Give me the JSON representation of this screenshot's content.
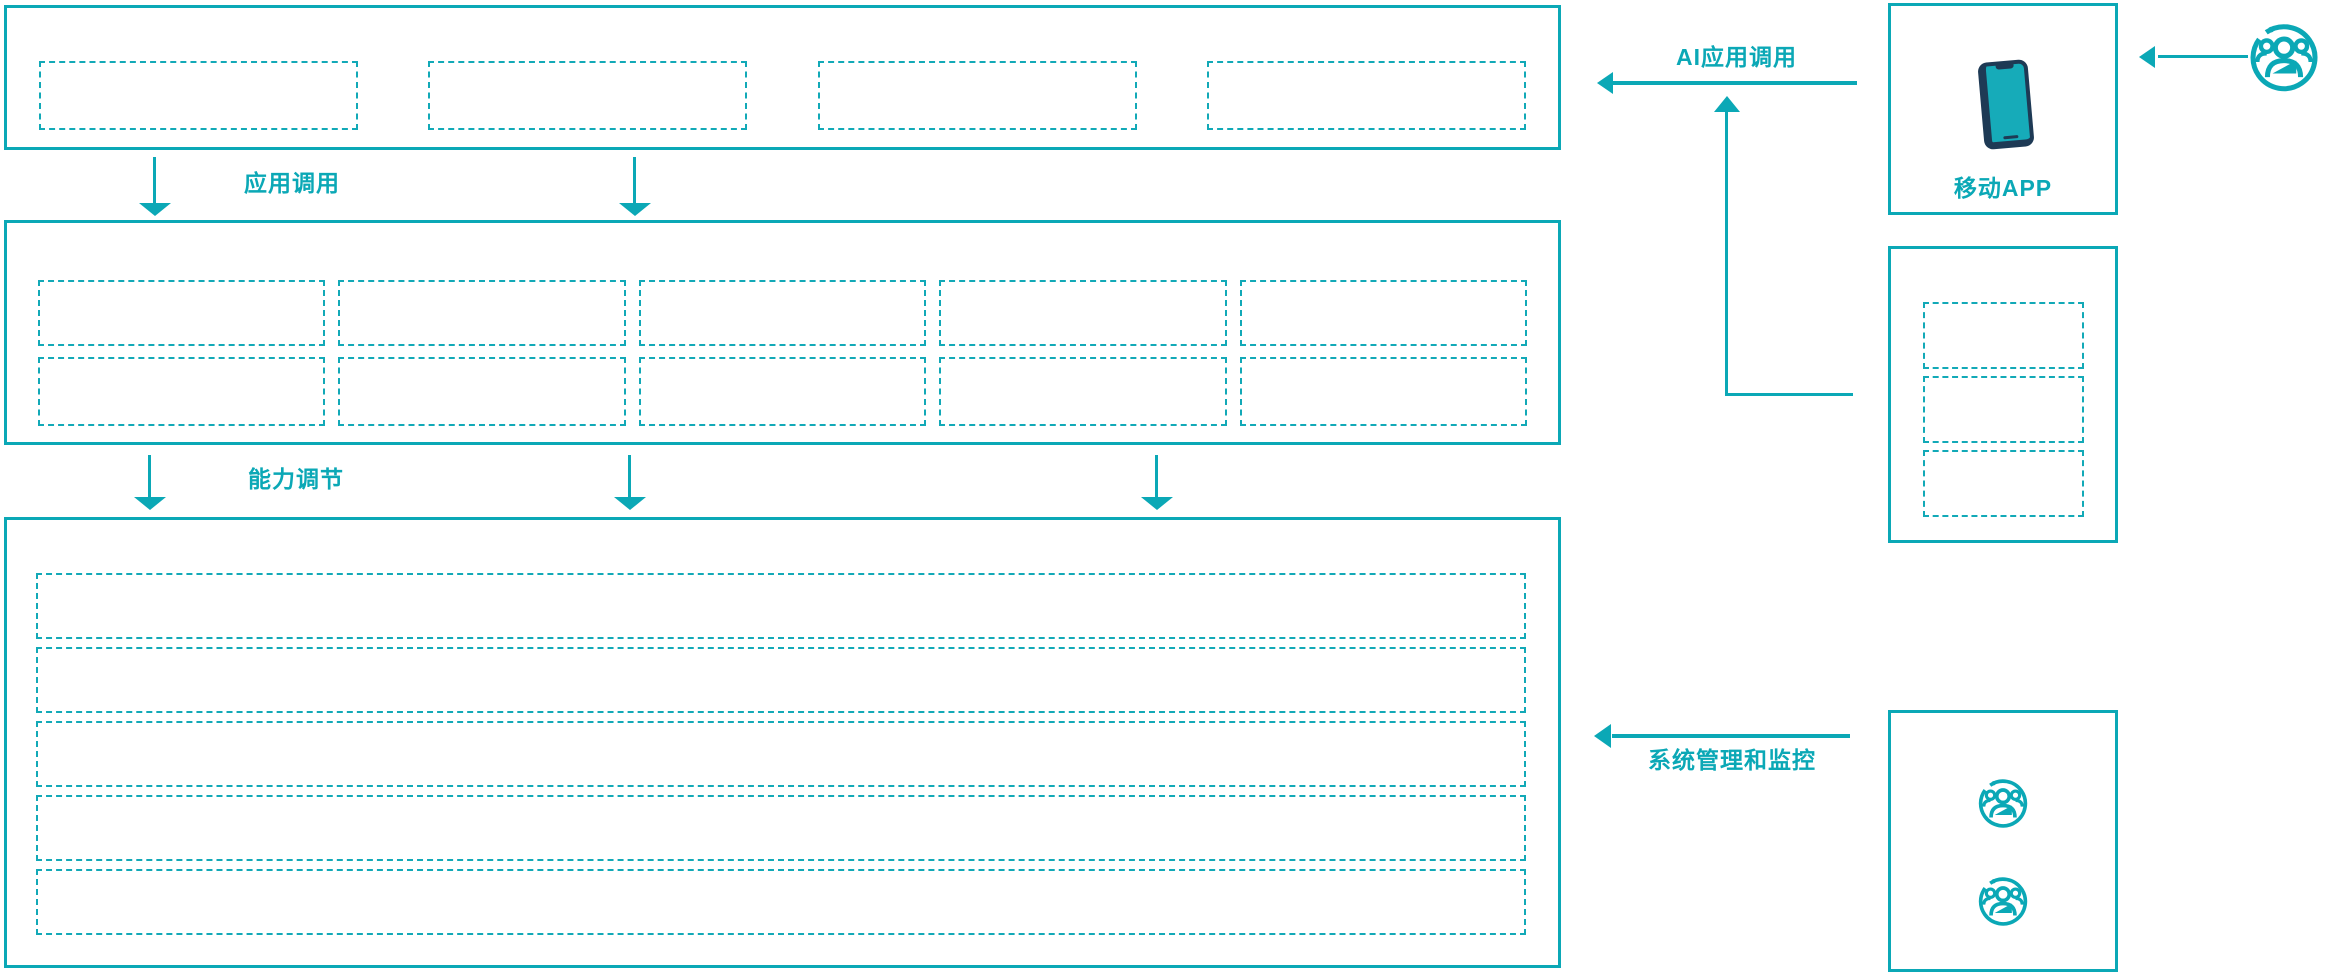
{
  "diagram": {
    "labels": {
      "app_call": "应用调用",
      "capability_tuning": "能力调节",
      "ai_app_call": "AI应用调用",
      "system_mgmt_monitoring": "系统管理和监控",
      "mobile_app": "移动APP"
    },
    "colors": {
      "teal_accent": "#0ba8b6",
      "dashed_teal": "#12a9b7",
      "phone_body_navy": "#1e3a55",
      "phone_screen_teal": "#16abb9"
    },
    "panels": {
      "top": {
        "placeholders": 4
      },
      "middle": {
        "rows": 2,
        "cols": 5
      },
      "bottom": {
        "rows": 5
      },
      "mobile_app": {
        "icon": "smartphone-icon"
      },
      "sdk": {
        "placeholders": 3
      },
      "admin": {
        "user_icons": 2
      }
    },
    "icons": {
      "user_group": "user-group-icon",
      "smartphone": "smartphone-icon"
    }
  }
}
